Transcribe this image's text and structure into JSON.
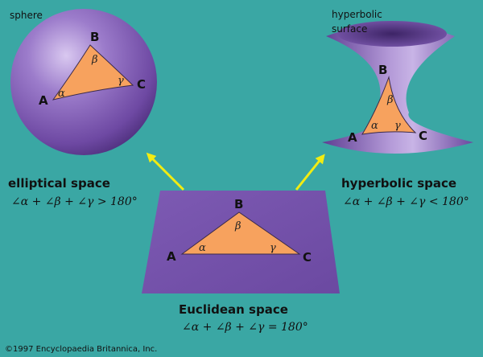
{
  "colors": {
    "background": "#3aa7a4",
    "triangle": "#f7a25e",
    "surface_purple": "#8560b8",
    "arrow": "#f2ec12"
  },
  "sphere": {
    "label": "sphere",
    "vertices": {
      "a": "A",
      "b": "B",
      "c": "C"
    },
    "angles": {
      "alpha": "α",
      "beta": "β",
      "gamma": "γ"
    }
  },
  "hyperbolic_surface": {
    "label_line1": "hyperbolic",
    "label_line2": "surface",
    "vertices": {
      "a": "A",
      "b": "B",
      "c": "C"
    },
    "angles": {
      "alpha": "α",
      "beta": "β",
      "gamma": "γ"
    }
  },
  "plane": {
    "vertices": {
      "a": "A",
      "b": "B",
      "c": "C"
    },
    "angles": {
      "alpha": "α",
      "beta": "β",
      "gamma": "γ"
    }
  },
  "elliptical": {
    "title": "elliptical space",
    "formula": "∠α + ∠β + ∠γ > 180°"
  },
  "hyperbolic": {
    "title": "hyperbolic space",
    "formula": "∠α + ∠β + ∠γ < 180°"
  },
  "euclidean": {
    "title": "Euclidean space",
    "formula": "∠α + ∠β + ∠γ = 180°"
  },
  "copyright": "©1997 Encyclopaedia Britannica, Inc."
}
